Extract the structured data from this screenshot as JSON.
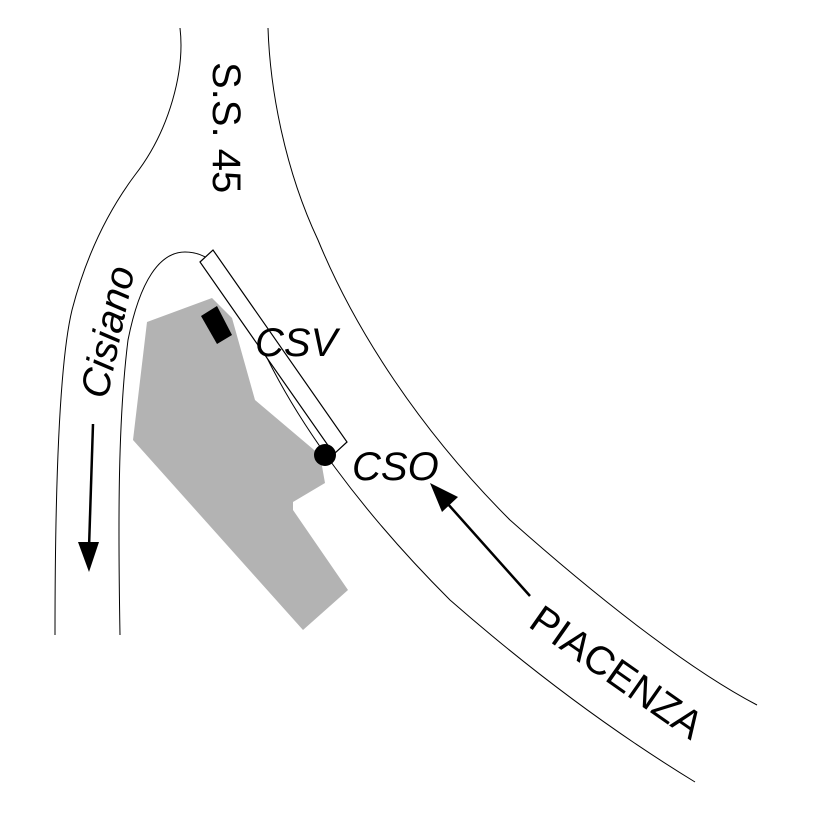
{
  "labels": {
    "road_name": "S.S. 45",
    "branch_destination": "Cisiano",
    "origin_destination": "PIACENZA",
    "csv": "CSV",
    "cso": "CSO"
  },
  "colors": {
    "road_line": "#000000",
    "building_fill": "#b3b3b3",
    "marker_fill": "#000000"
  },
  "icons": {
    "arrow_to_cisiano": "arrow-down-icon",
    "arrow_from_piacenza": "arrow-up-left-icon",
    "cso_marker": "filled-circle-icon",
    "csv_marker": "filled-rectangle-icon"
  }
}
